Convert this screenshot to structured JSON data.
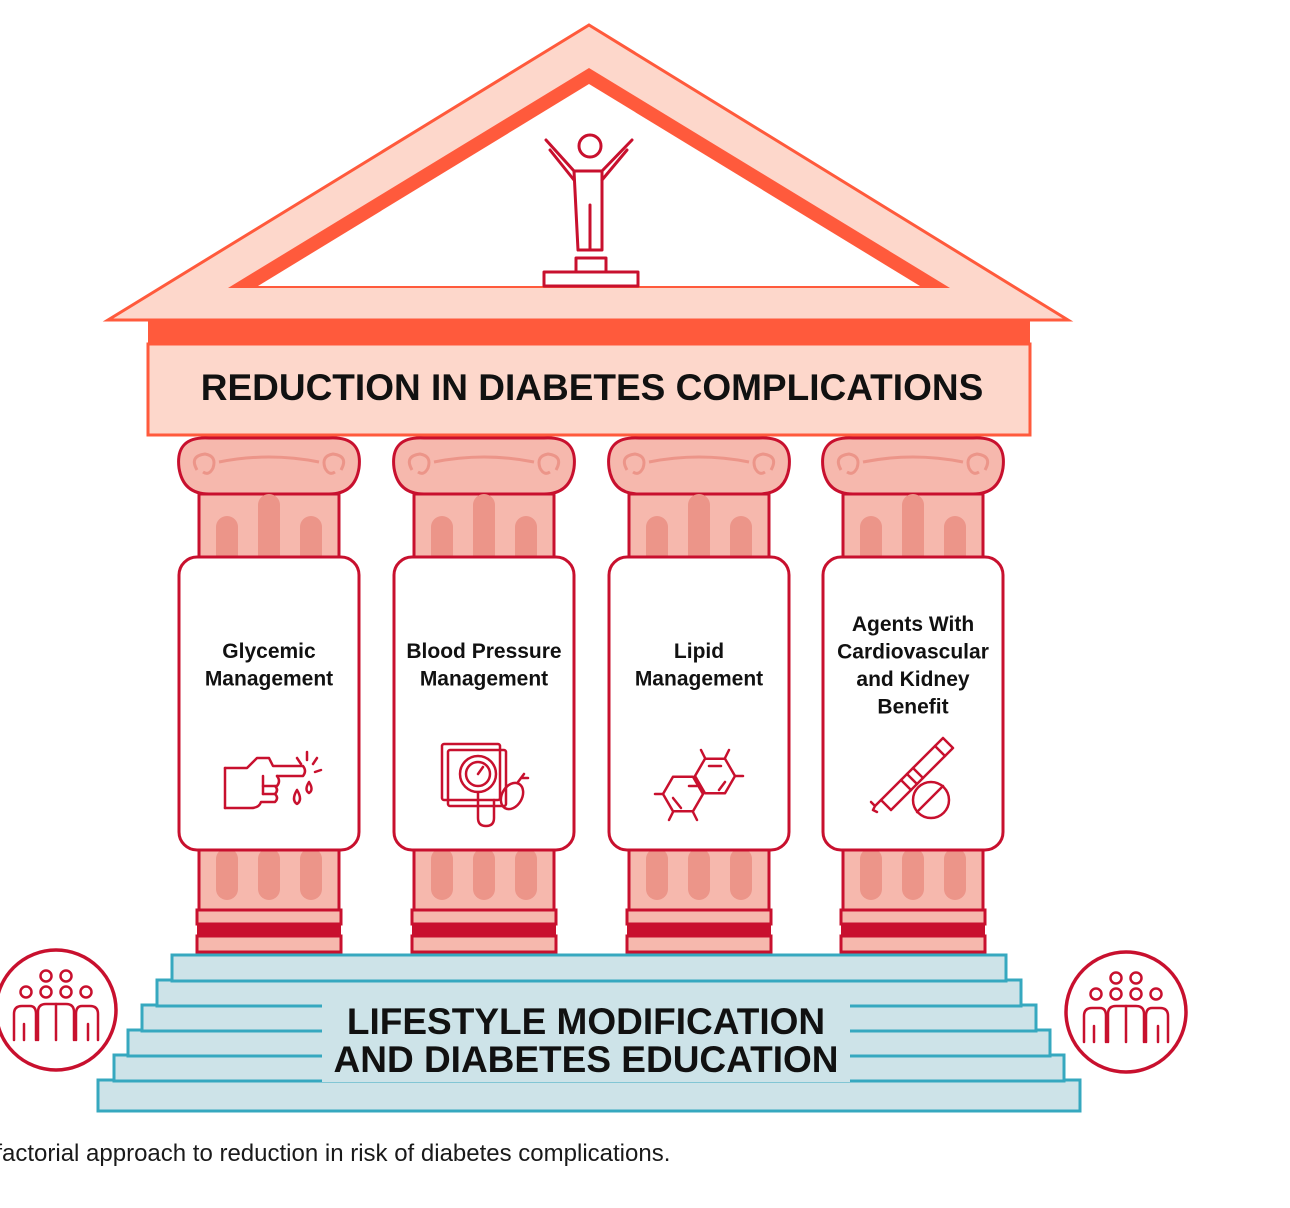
{
  "roof": {
    "title": "REDUCTION IN DIABETES COMPLICATIONS",
    "icon": "person-celebrating-on-podium-icon"
  },
  "pillars": [
    {
      "lines": [
        "Glycemic",
        "Management"
      ],
      "icon": "finger-prick-blood-drop-icon"
    },
    {
      "lines": [
        "Blood Pressure",
        "Management"
      ],
      "icon": "blood-pressure-monitor-icon"
    },
    {
      "lines": [
        "Lipid",
        "Management"
      ],
      "icon": "molecule-hexagon-icon"
    },
    {
      "lines": [
        "Agents With",
        "Cardiovascular",
        "and Kidney",
        "Benefit"
      ],
      "icon": "insulin-pen-and-pill-icon"
    }
  ],
  "base": {
    "lines": [
      "LIFESTYLE MODIFICATION",
      "AND DIABETES EDUCATION"
    ],
    "side_icon": "group-of-people-icon"
  },
  "caption": "ltifactorial approach to reduction in risk of diabetes complications.",
  "colors": {
    "red_dark": "#c8102e",
    "roof_orange": "#ff5a3c",
    "roof_fill": "#fdd7cb",
    "pillar_fill": "#f6b8ad",
    "pillar_flute": "#ec9589",
    "steps_fill": "#cde3e8",
    "steps_stroke": "#36a8bf"
  }
}
